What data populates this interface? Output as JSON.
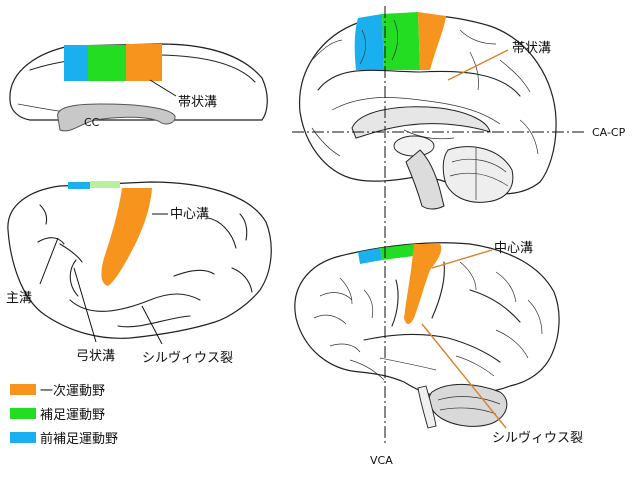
{
  "colors": {
    "primary_motor": "#f7941d",
    "supplementary_motor": "#22dd22",
    "presupplementary_motor": "#1ab0f0",
    "cc_fill": "#c8c8c8",
    "leader_line": "#d9822b"
  },
  "monkey_medial": {
    "cc_label": "CC",
    "cingulate_label": "帯状溝"
  },
  "monkey_lateral": {
    "central_label": "中心溝",
    "principal_label": "主溝",
    "arcuate_label": "弓状溝",
    "sylvian_label": "シルヴィウス裂"
  },
  "legend": {
    "items": [
      {
        "label": "一次運動野",
        "color": "#f7941d"
      },
      {
        "label": "補足運動野",
        "color": "#22dd22"
      },
      {
        "label": "前補足運動野",
        "color": "#1ab0f0"
      }
    ]
  },
  "human_medial": {
    "cingulate_label": "帯状溝",
    "axis_label": "CA-CP"
  },
  "human_lateral": {
    "central_label": "中心溝",
    "sylvian_label": "シルヴィウス裂",
    "vertical_axis_label": "VCA"
  }
}
